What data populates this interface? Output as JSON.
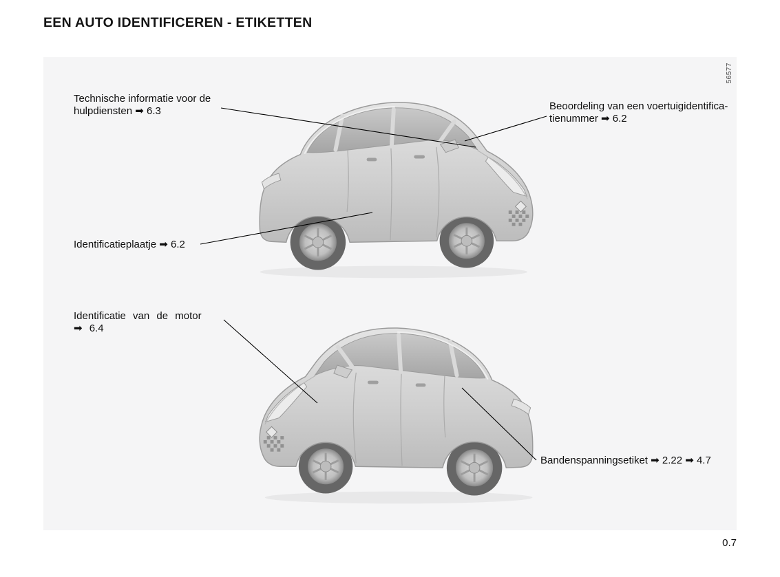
{
  "page": {
    "title": "EEN AUTO IDENTIFICEREN - ETIKETTEN",
    "figure_id": "56577",
    "page_number": "0.7"
  },
  "callouts": {
    "emergency_info": "Technische informatie voor de\nhulpdiensten ➡ 6.3",
    "vin": "Beoordeling van een voertuigidentifica-\ntienummer ➡ 6.2",
    "id_plate": "Identificatieplaatje ➡ 6.2",
    "engine_id": "Identificatie van de motor\n➡ 6.4",
    "tyre_pressure": "Bandenspanningsetiket ➡ 2.22 ➡ 4.7"
  }
}
